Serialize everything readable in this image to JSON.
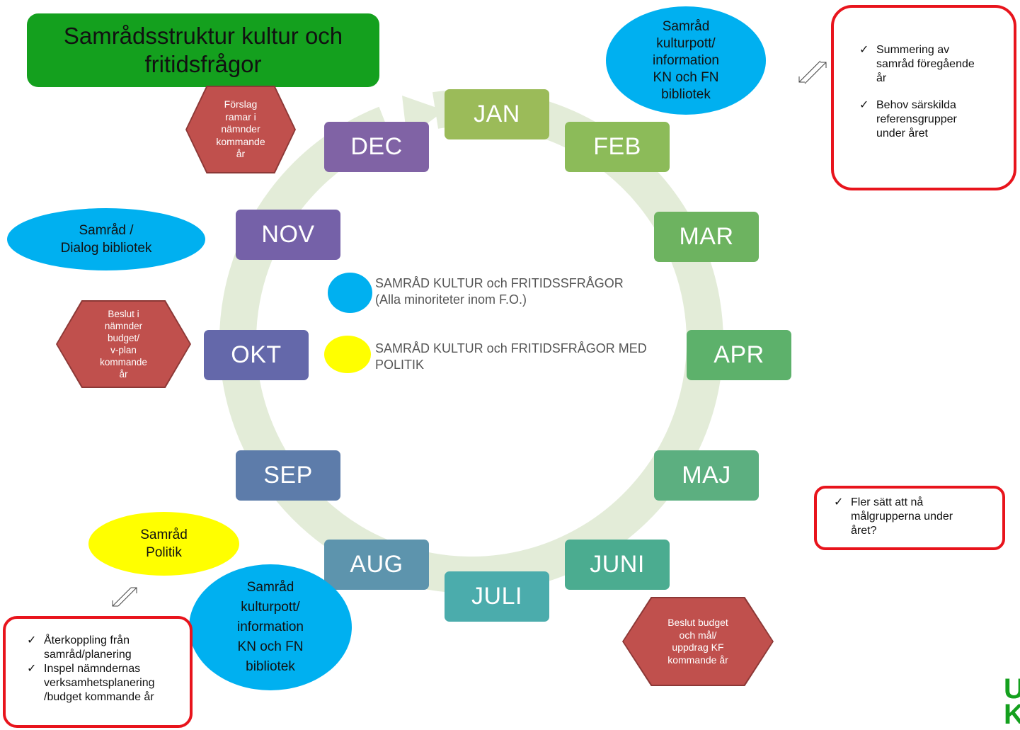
{
  "title": {
    "lines": [
      "Samrådsstruktur kultur och",
      "fritidsfrågor"
    ]
  },
  "colors": {
    "title_bg": "#14a01e",
    "ellipse_blue": "#00b0f0",
    "ellipse_yellow": "#ffff00",
    "hex_red": "#c0504d",
    "box_border": "#e8141c",
    "cycle_arrow": "#e3ecd8",
    "logo_green": "#14a01e"
  },
  "months": [
    {
      "label": "JAN",
      "color": "#9bbb59"
    },
    {
      "label": "FEB",
      "color": "#8cbb59"
    },
    {
      "label": "MAR",
      "color": "#6db360"
    },
    {
      "label": "APR",
      "color": "#5db16b"
    },
    {
      "label": "MAJ",
      "color": "#5caf80"
    },
    {
      "label": "JUNI",
      "color": "#4bac90"
    },
    {
      "label": "JULI",
      "color": "#4bacac"
    },
    {
      "label": "AUG",
      "color": "#5d94ad"
    },
    {
      "label": "SEP",
      "color": "#5d7caa"
    },
    {
      "label": "OKT",
      "color": "#6468aa"
    },
    {
      "label": "NOV",
      "color": "#7561a8"
    },
    {
      "label": "DEC",
      "color": "#8063a5"
    }
  ],
  "ellipses": {
    "top_blue": [
      "Samråd",
      "kulturpott/",
      "information",
      "KN och FN",
      "bibliotek"
    ],
    "nov_blue": [
      "Samråd /",
      "Dialog bibliotek"
    ],
    "politik_yellow": [
      "Samråd",
      "Politik"
    ],
    "aug_blue": [
      "Samråd",
      "kulturpott/",
      "information",
      "KN och FN",
      "bibliotek"
    ]
  },
  "hexagons": {
    "dec": [
      "Förslag",
      "ramar i",
      "nämnder",
      "kommande",
      "år"
    ],
    "okt": [
      "Beslut i",
      "nämnder",
      "budget/",
      "v-plan",
      "kommande",
      "år"
    ],
    "juni": [
      "Beslut budget",
      "och mål/",
      "uppdrag KF",
      "kommande år"
    ]
  },
  "legend": {
    "blue_text": [
      "SAMRÅD KULTUR och FRITIDSSFRÅGOR",
      "(Alla minoriteter inom F.O.)"
    ],
    "yellow_text": [
      "SAMRÅD KULTUR och FRITIDSFRÅGOR MED",
      "POLITIK"
    ]
  },
  "boxes": {
    "top_right": [
      [
        "Summering av",
        "samråd föregående",
        "år"
      ],
      [
        "Behov särskilda",
        "referensgrupper",
        "under året"
      ]
    ],
    "mid_right": [
      [
        "Fler sätt att nå",
        "målgrupperna under",
        "året?"
      ]
    ],
    "bottom_left": [
      [
        "Återkoppling från",
        "samråd/planering"
      ],
      [
        "Inspel nämndernas",
        "verksamhetsplanering",
        "/budget kommande år"
      ]
    ]
  },
  "checkmark": "✓",
  "logo_letters": [
    "U",
    "K"
  ],
  "icons": [
    "double-arrow-icon",
    "checkmark-icon",
    "cycle-arrow-icon"
  ]
}
